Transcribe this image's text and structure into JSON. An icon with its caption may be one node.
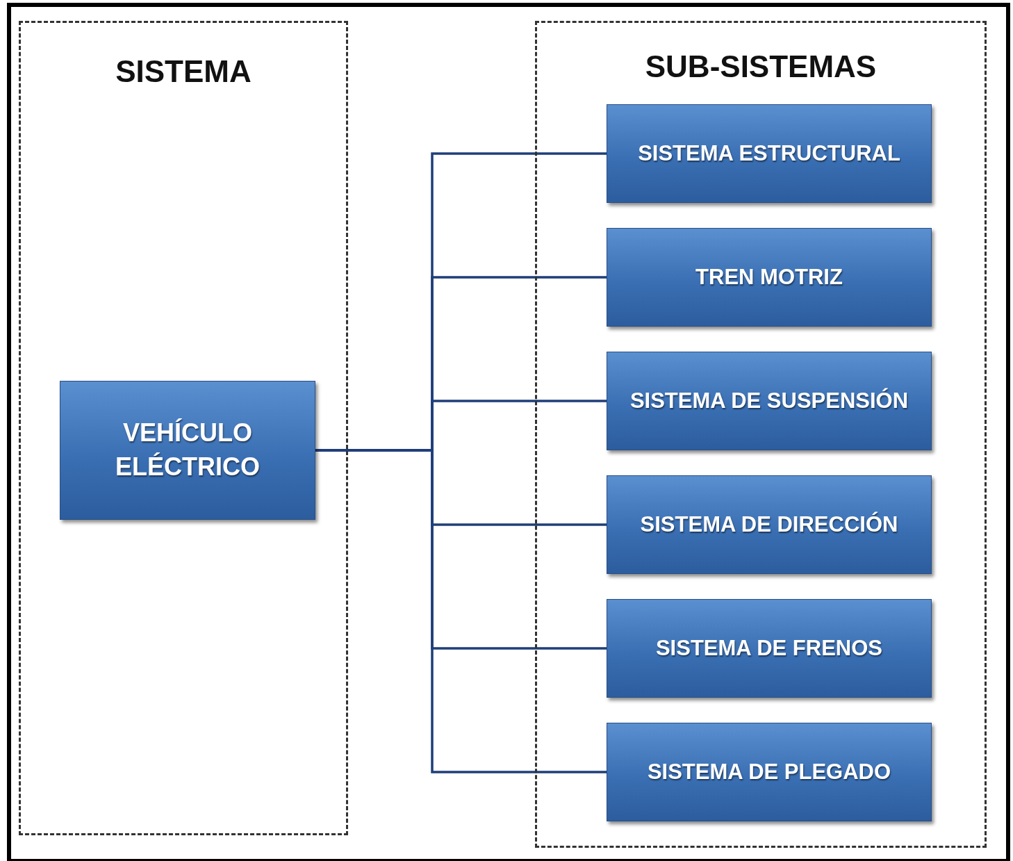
{
  "diagram": {
    "nodes": [
      {
        "text": [
          "SISTEMA"
        ]
      },
      {
        "text": [
          "SUB-SISTEMAS"
        ]
      },
      {
        "text": [
          "VEHÍCULO ELÉCTRICO"
        ],
        "in": 0
      },
      {
        "text": [
          "SISTEMA ESTRUCTURAL"
        ],
        "in": 1
      },
      {
        "text": [
          "TREN MOTRIZ"
        ],
        "in": 1
      },
      {
        "text": [
          "SISTEMA DE SUSPENSIÓN"
        ],
        "in": 1
      },
      {
        "text": [
          "SISTEMA DE DIRECCIÓN"
        ],
        "in": 1
      },
      {
        "text": [
          "SISTEMA DE FRENOS"
        ],
        "in": 1
      },
      {
        "text": [
          "SISTEMA DE PLEGADO"
        ],
        "in": 1
      }
    ],
    "edges": [
      {
        "from": 2,
        "to": 3,
        "arrow": "none"
      },
      {
        "from": 2,
        "to": 4,
        "arrow": "none"
      },
      {
        "from": 2,
        "to": 5,
        "arrow": "none"
      },
      {
        "from": 2,
        "to": 6,
        "arrow": "none"
      },
      {
        "from": 2,
        "to": 7,
        "arrow": "none"
      },
      {
        "from": 2,
        "to": 8,
        "arrow": "none"
      }
    ]
  }
}
